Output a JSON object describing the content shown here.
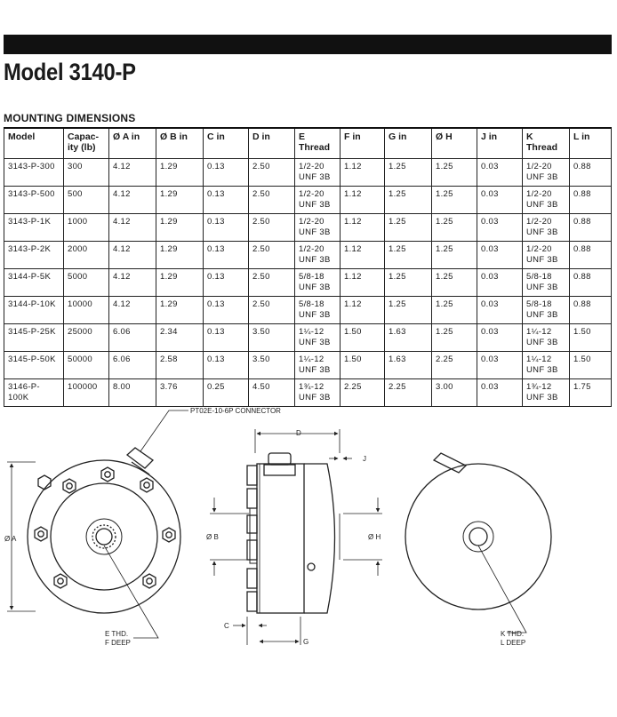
{
  "page": {
    "title": "Model 3140-P",
    "section_heading": "MOUNTING DIMENSIONS"
  },
  "table": {
    "headers": [
      "Model",
      "Capac-ity (lb)",
      "Ø A in",
      "Ø B in",
      "C in",
      "D in",
      "E Thread",
      "F in",
      "G in",
      "Ø H",
      "J in",
      "K Thread",
      "L in"
    ],
    "rows": [
      [
        "3143-P-300",
        "300",
        "4.12",
        "1.29",
        "0.13",
        "2.50",
        "1/2-20 UNF 3B",
        "1.12",
        "1.25",
        "1.25",
        "0.03",
        "1/2-20 UNF 3B",
        "0.88"
      ],
      [
        "3143-P-500",
        "500",
        "4.12",
        "1.29",
        "0.13",
        "2.50",
        "1/2-20 UNF 3B",
        "1.12",
        "1.25",
        "1.25",
        "0.03",
        "1/2-20 UNF 3B",
        "0.88"
      ],
      [
        "3143-P-1K",
        "1000",
        "4.12",
        "1.29",
        "0.13",
        "2.50",
        "1/2-20 UNF 3B",
        "1.12",
        "1.25",
        "1.25",
        "0.03",
        "1/2-20 UNF 3B",
        "0.88"
      ],
      [
        "3143-P-2K",
        "2000",
        "4.12",
        "1.29",
        "0.13",
        "2.50",
        "1/2-20 UNF 3B",
        "1.12",
        "1.25",
        "1.25",
        "0.03",
        "1/2-20 UNF 3B",
        "0.88"
      ],
      [
        "3144-P-5K",
        "5000",
        "4.12",
        "1.29",
        "0.13",
        "2.50",
        "5/8-18 UNF 3B",
        "1.12",
        "1.25",
        "1.25",
        "0.03",
        "5/8-18 UNF 3B",
        "0.88"
      ],
      [
        "3144-P-10K",
        "10000",
        "4.12",
        "1.29",
        "0.13",
        "2.50",
        "5/8-18 UNF 3B",
        "1.12",
        "1.25",
        "1.25",
        "0.03",
        "5/8-18 UNF 3B",
        "0.88"
      ],
      [
        "3145-P-25K",
        "25000",
        "6.06",
        "2.34",
        "0.13",
        "3.50",
        "1¼-12 UNF 3B",
        "1.50",
        "1.63",
        "1.25",
        "0.03",
        "1¼-12 UNF 3B",
        "1.50"
      ],
      [
        "3145-P-50K",
        "50000",
        "6.06",
        "2.58",
        "0.13",
        "3.50",
        "1¼-12 UNF 3B",
        "1.50",
        "1.63",
        "2.25",
        "0.03",
        "1¼-12 UNF 3B",
        "1.50"
      ],
      [
        "3146-P-100K",
        "100000",
        "8.00",
        "3.76",
        "0.25",
        "4.50",
        "1¾-12 UNF 3B",
        "2.25",
        "2.25",
        "3.00",
        "0.03",
        "1¾-12 UNF 3B",
        "1.75"
      ]
    ]
  },
  "drawing": {
    "connector_label": "PT02E-10-6P CONNECTOR",
    "dim_a": "Ø A",
    "dim_b": "Ø B",
    "dim_c": "C",
    "dim_d": "D",
    "dim_g": "G",
    "dim_h": "Ø H",
    "dim_j": "J",
    "e_thd": "E THD.",
    "f_deep": "F DEEP",
    "k_thd": "K THD.",
    "l_deep": "L DEEP"
  }
}
